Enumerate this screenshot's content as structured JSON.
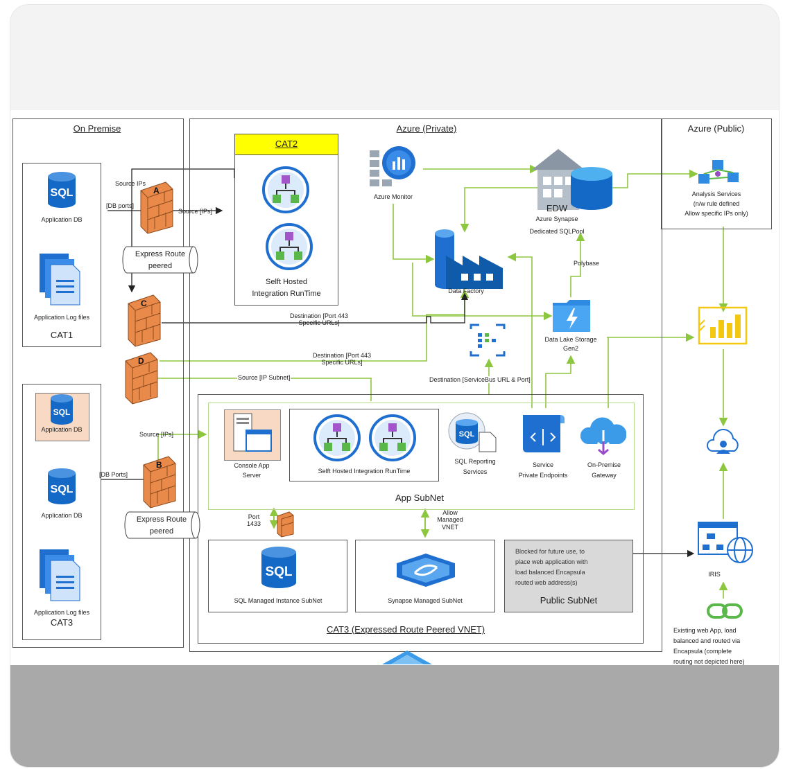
{
  "on_premise": {
    "title": "On Premise",
    "cat1": {
      "label": "CAT1",
      "db_label": "Application DB",
      "logs_label": "Application Log files"
    },
    "cat3": {
      "label": "CAT3",
      "db1_label": "Application DB",
      "db2_label": "Application DB",
      "logs_label": "Application Log files"
    },
    "sql_text": "SQL",
    "express_route_1": [
      "Express Route",
      "peered"
    ],
    "express_route_2": [
      "Express Route",
      "peered"
    ]
  },
  "firewalls": {
    "a": "A",
    "b": "B",
    "c": "C",
    "d": "D"
  },
  "edge_labels": {
    "source_ips_top": "Source IPs",
    "db_ports_top": "[DB ports]",
    "source_ips_a": "Source [IPs]",
    "dest_c": [
      "Destination [Port 443",
      "Specific URLs]"
    ],
    "dest_d": [
      "Destination [Port 443",
      "Specific URLs]"
    ],
    "source_ip_subnet": "Source [IP Subnet]",
    "dest_servicebus": "Destination [ServiceBus URL & Port]",
    "source_ips_b": "Source [IPs]",
    "db_ports_b": "[DB Ports]",
    "port_1433": [
      "Port",
      "1433"
    ],
    "allow_managed": [
      "Allow",
      "Managed",
      "VNET"
    ],
    "polybase": "Polybase"
  },
  "azure_private": {
    "title": "Azure (Private)",
    "cat2": {
      "header": "CAT2",
      "label": [
        "Selft Hosted",
        "Integration RunTime"
      ]
    },
    "azure_monitor": "Azure Monitor",
    "edw": [
      "EDW",
      "Azure Synapse",
      "Dedicated SQLPool"
    ],
    "data_factory": "Data Factory",
    "data_lake": [
      "Data Lake Storage",
      "Gen2"
    ],
    "cat3_vnet": {
      "title": "CAT3 (Expressed Route Peered VNET)",
      "app_subnet": "App SubNet",
      "console_app": [
        "Console App",
        "Server"
      ],
      "shir": "Selft Hosted Integration RunTime",
      "sql_reporting": [
        "SQL Reporting",
        "Services"
      ],
      "service_endpoints": [
        "Service",
        "Private Endpoints"
      ],
      "gateway": [
        "On-Premise",
        "Gateway"
      ],
      "sql_mi_subnet": "SQL Managed Instance SubNet",
      "synapse_subnet": "Synapse Managed SubNet",
      "public_subnet_note": [
        "Blocked for future use, to",
        "place web application with",
        "load balanced Encapsula",
        "routed web address(s)"
      ],
      "public_subnet": "Public SubNet"
    }
  },
  "azure_public": {
    "title": "Azure (Public)",
    "analysis_services": [
      "Analysis Services",
      "(n/w rule defined",
      "Allow specific IPs only)"
    ],
    "iris": "IRIS",
    "existing_note": [
      "Existing web App, load",
      "balanced and routed via",
      "Encapsula (complete",
      "routing not depicted here)"
    ]
  },
  "colors": {
    "arrow_green": "#8dc63f",
    "sql_blue": "#1469c7",
    "firewall": "#e9894a",
    "cat2_header": "#ffff00",
    "powerbi": "#f2c811",
    "public_subnet": "#d9d9d9"
  }
}
